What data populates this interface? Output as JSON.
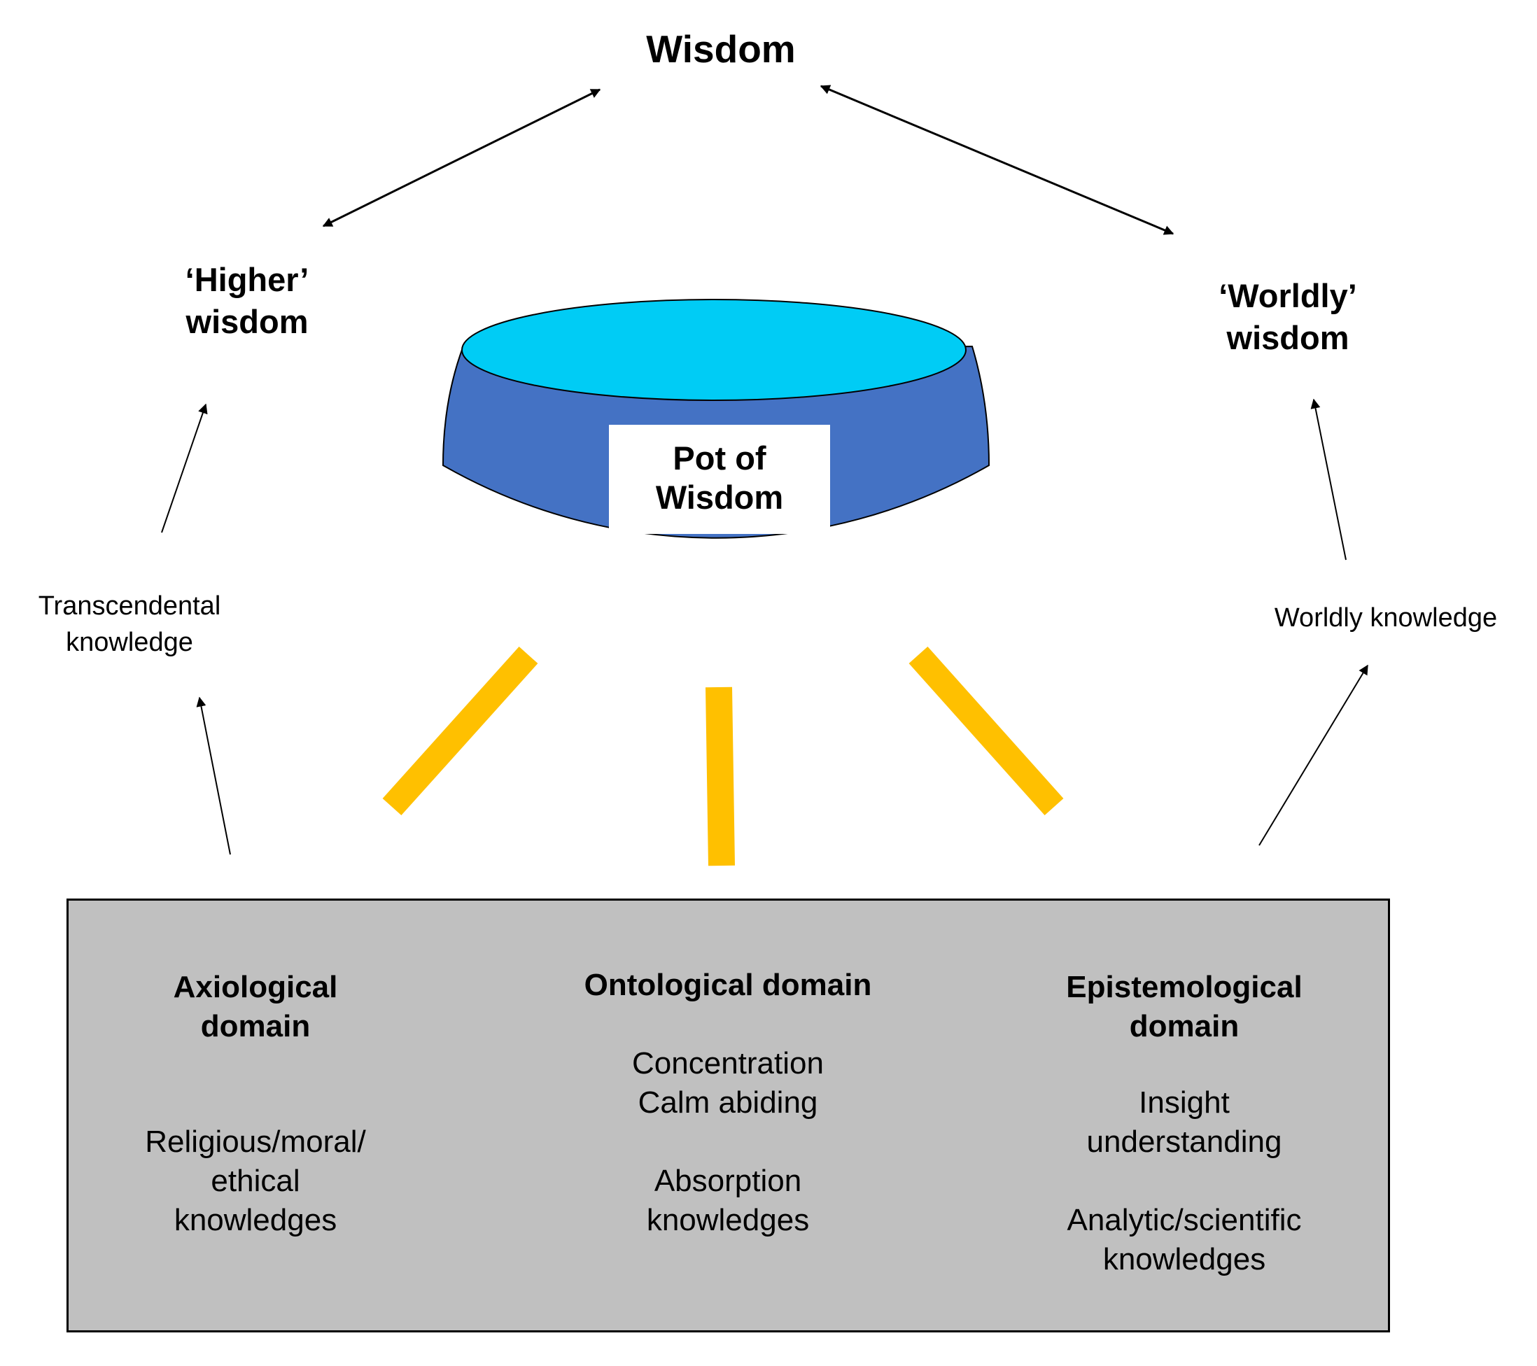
{
  "top": {
    "title": "Wisdom"
  },
  "left": {
    "title_line1": "‘Higher’",
    "title_line2": "wisdom",
    "knowledge_line1": "Transcendental",
    "knowledge_line2": "knowledge"
  },
  "right": {
    "title_line1": "‘Worldly’",
    "title_line2": "wisdom",
    "knowledge": "Worldly knowledge"
  },
  "pot": {
    "label_line1": "Pot of",
    "label_line2": "Wisdom"
  },
  "colors": {
    "pot_body": "#4472c4",
    "pot_rim": "#00ccf5",
    "pot_legs": "#ffc000",
    "domains_box": "#c0c0c0"
  },
  "domains": {
    "axiological": {
      "title_line1": "Axiological",
      "title_line2": "domain",
      "text_line1": "Religious/moral/",
      "text_line2": "ethical",
      "text_line3": "knowledges"
    },
    "ontological": {
      "title": "Ontological domain",
      "text_line1": "Concentration",
      "text_line2": "Calm abiding",
      "text_line3": "Absorption",
      "text_line4": "knowledges"
    },
    "epistemological": {
      "title_line1": "Epistemological",
      "title_line2": "domain",
      "text_line1": "Insight",
      "text_line2": "understanding",
      "text_line3": "Analytic/scientific",
      "text_line4": "knowledges"
    }
  }
}
